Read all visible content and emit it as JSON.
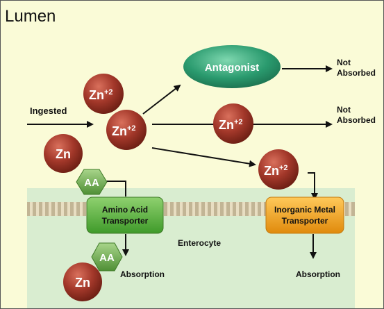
{
  "lumen_label": "Lumen",
  "ingested_label": "Ingested",
  "antagonist_label": "Antagonist",
  "not_absorbed_1": [
    "Not",
    "Absorbed"
  ],
  "not_absorbed_2": [
    "Not",
    "Absorbed"
  ],
  "zinc": {
    "zn_plus2_1": {
      "base": "Zn",
      "charge": "+2"
    },
    "zn_plus2_2": {
      "base": "Zn",
      "charge": "+2"
    },
    "zn_plus2_3": {
      "base": "Zn",
      "charge": "+2"
    },
    "zn_plus2_4": {
      "base": "Zn",
      "charge": "+2"
    },
    "zn_1": "Zn",
    "zn_2": "Zn"
  },
  "aa_1": "AA",
  "aa_2": "AA",
  "amino_acid_transporter": [
    "Amino Acid",
    "Transporter"
  ],
  "inorganic_metal_transporter": [
    "Inorganic Metal",
    "Transporter"
  ],
  "enterocyte_label": "Enterocyte",
  "absorption_1": "Absorption",
  "absorption_2": "Absorption",
  "colors": {
    "background": "#fafbd7",
    "cell": "#d9edd0",
    "membrane": "#c9bfa0",
    "zinc": "#9e3324",
    "antagonist": "#2a9a6e",
    "aa": "#6aa84f",
    "amino_transporter": "#58b041",
    "metal_transporter": "#f2a51c"
  }
}
